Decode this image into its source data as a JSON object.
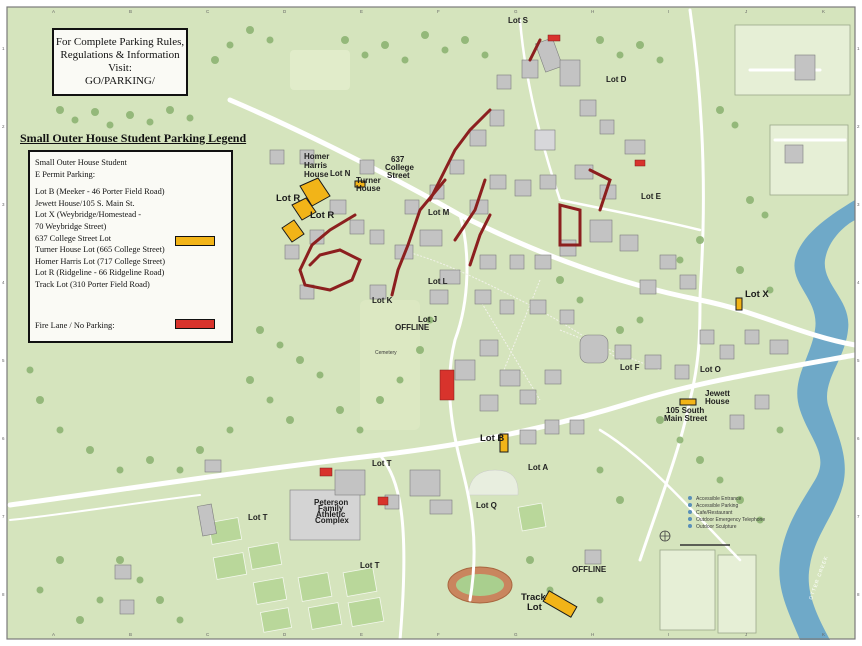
{
  "info_box": {
    "line1": "For Complete Parking Rules,",
    "line2": "Regulations & Information",
    "line3": "Visit:",
    "line4": "GO/PARKING/"
  },
  "legend": {
    "title": "Small Outer House Student Parking Legend",
    "heading_line1": "Small Outer House Student",
    "heading_line2": "E Permit Parking:",
    "items": [
      "Lot B (Meeker - 46 Porter Field Road)",
      "Jewett House/105 S. Main St.",
      "Lot X (Weybridge/Homestead -",
      "70 Weybridge Street)",
      "637 College Street Lot",
      "Turner House Lot (665 College Street)",
      "Homer Harris Lot (717 College Street)",
      "Lot R (Ridgeline - 66 Ridgeline Road)",
      "Track Lot (310 Porter Field Road)"
    ],
    "fire_lane": "Fire Lane / No Parking:",
    "colors": {
      "permit": "#f2b418",
      "fire_lane": "#d8332c"
    }
  },
  "map_labels": {
    "lot_r_1": "Lot R",
    "lot_r_2": "Lot R",
    "homer_harris_1": "Homer",
    "homer_harris_2": "Harris",
    "homer_harris_3": "House",
    "turner_1": "Turner",
    "turner_2": "House",
    "college_637_1": "637",
    "college_637_2": "College",
    "college_637_3": "Street",
    "lot_x": "Lot X",
    "lot_b": "Lot B",
    "jewett_1": "Jewett",
    "jewett_2": "House",
    "main_street_1": "105 South",
    "main_street_2": "Main Street",
    "track_1": "Track",
    "track_2": "Lot",
    "lot_s": "Lot S",
    "lot_d": "Lot D",
    "lot_e": "Lot E",
    "lot_f": "Lot F",
    "lot_j": "Lot J",
    "offline_1": "OFFLINE",
    "offline_2": "OFFLINE",
    "lot_k": "Lot K",
    "lot_l": "Lot L",
    "lot_m": "Lot M",
    "lot_n": "Lot N",
    "lot_t_1": "Lot T",
    "lot_t_2": "Lot T",
    "lot_t_3": "Lot T",
    "lot_a": "Lot A",
    "lot_q": "Lot Q",
    "lot_o": "Lot O",
    "athletic_1": "Peterson",
    "athletic_2": "Family",
    "athletic_3": "Athletic",
    "athletic_4": "Complex",
    "legend_accessible": "Accessible Entrance",
    "legend_parking": "Accessible Parking",
    "legend_cafe": "Cafe/Restaurant",
    "legend_emergency": "Outdoor Emergency Telephone",
    "legend_sculpture": "Outdoor Sculpture",
    "river": "OTTER CREEK",
    "cemetery": "Cemetery"
  },
  "grid": {
    "columns": [
      "A",
      "B",
      "C",
      "D",
      "E",
      "F",
      "G",
      "H",
      "I",
      "J",
      "K"
    ],
    "rows": [
      "1",
      "2",
      "3",
      "4",
      "5",
      "6",
      "7",
      "8"
    ]
  }
}
